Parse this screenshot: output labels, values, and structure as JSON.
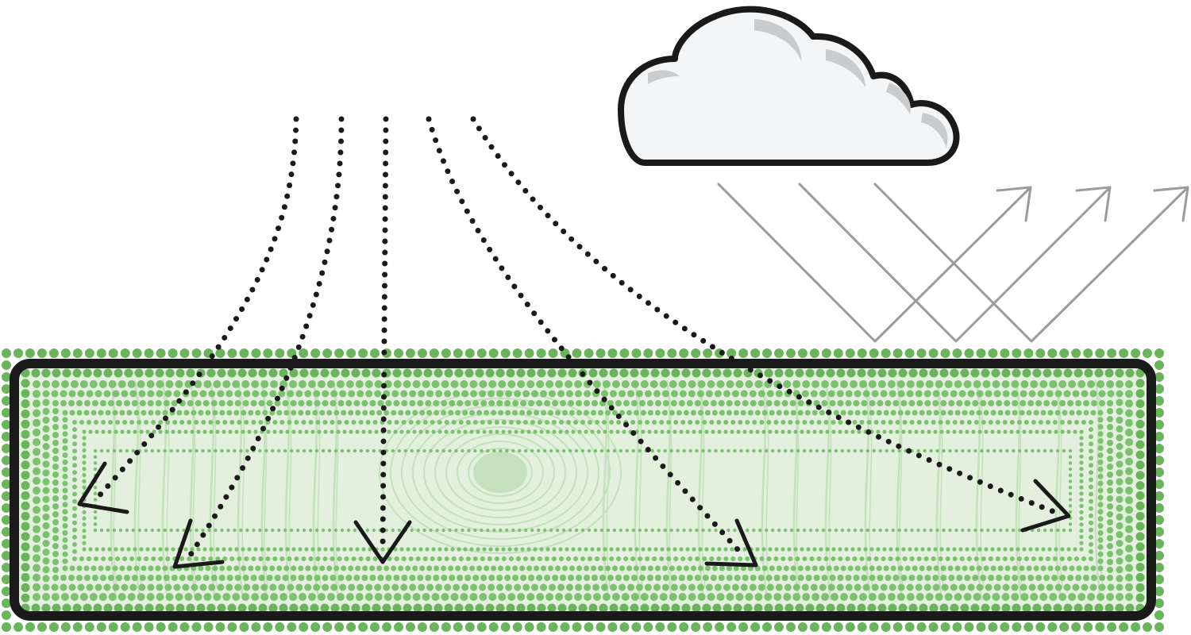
{
  "colors": {
    "background": "#ffffff",
    "outline": "#1a1a1a",
    "panel_fill": "#e2f0dd",
    "panel_texture": "#c4e0bc",
    "dot_outer": "#6ab45c",
    "dot_inner": "#7cc070",
    "cloud_fill": "#f4f5f7",
    "cloud_shade": "#c9cbcd",
    "reflected_ray": "#9b9b9b",
    "incoming_ray": "#1a1a1a"
  },
  "icons": {
    "cloud": "cloud-icon",
    "panel": "green-slab",
    "incoming": "dotted-arrow",
    "reflected": "reflection-arrow"
  },
  "incoming_ray_count": 5,
  "reflected_ray_count": 3
}
